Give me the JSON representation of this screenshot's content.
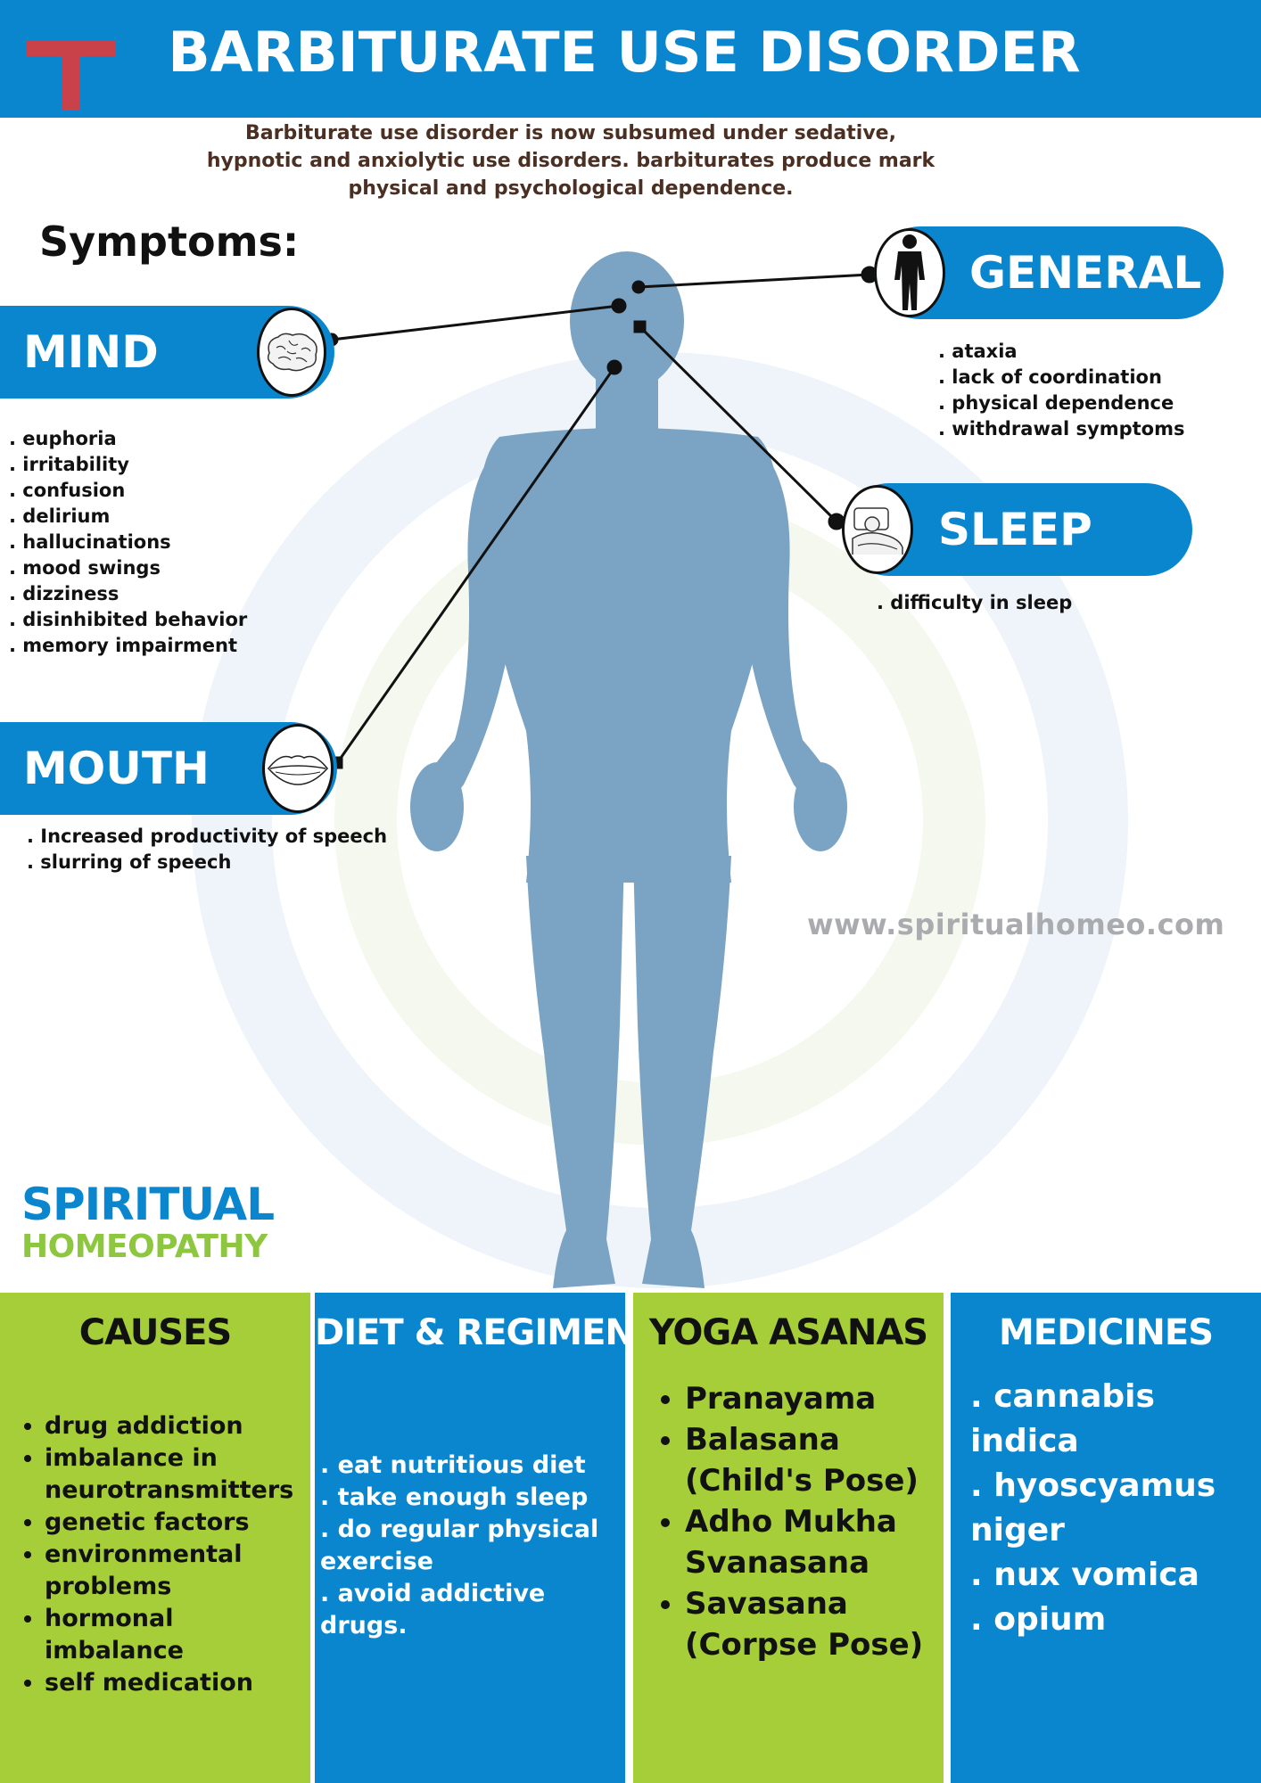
{
  "header": {
    "title": "BARBITURATE USE DISORDER",
    "bg_color": "#0a86cf",
    "logo_color": "#c9424a"
  },
  "intro": "Barbiturate use disorder is now subsumed under sedative, hypnotic and anxiolytic use disorders. barbiturates produce mark physical and psychological dependence.",
  "symptoms_heading": "Symptoms:",
  "sections": {
    "general": {
      "label": "GENERAL",
      "icon": "human-figure-icon",
      "items": [
        "ataxia",
        "lack of coordination",
        "physical dependence",
        "withdrawal symptoms"
      ]
    },
    "mind": {
      "label": "MIND",
      "icon": "brain-icon",
      "items": [
        "euphoria",
        "irritability",
        "confusion",
        "delirium",
        "hallucinations",
        "mood swings",
        "dizziness",
        "disinhibited behavior",
        "memory impairment"
      ]
    },
    "sleep": {
      "label": "SLEEP",
      "icon": "sleeping-person-icon",
      "items": [
        "difficulty in sleep"
      ]
    },
    "mouth": {
      "label": "MOUTH",
      "icon": "lips-icon",
      "items": [
        "Increased productivity of speech",
        "slurring of speech"
      ]
    }
  },
  "watermark": "www.spiritualhomeo.com",
  "brand": {
    "line1": "SPIRITUAL",
    "line2": "HOMEOPATHY",
    "color1": "#0a86cf",
    "color2": "#8dc63f"
  },
  "columns": {
    "causes": {
      "title": "CAUSES",
      "items": [
        "drug addiction",
        "imbalance in neurotransmitters",
        "genetic factors",
        "environmental problems",
        "hormonal imbalance",
        "self medication"
      ]
    },
    "diet": {
      "title": "DIET & REGIMEN",
      "items": [
        "eat nutritious diet",
        "take enough sleep",
        "do regular physical exercise",
        "avoid addictive drugs."
      ]
    },
    "yoga": {
      "title": "YOGA ASANAS",
      "items": [
        "Pranayama",
        "Balasana (Child's Pose)",
        "Adho Mukha Svanasana",
        "Savasana (Corpse Pose)"
      ]
    },
    "medicines": {
      "title": "MEDICINES",
      "items": [
        "cannabis indica",
        "hyoscyamus niger",
        "nux vomica",
        "opium"
      ]
    }
  },
  "colors": {
    "blue": "#0a86cf",
    "green": "#a6ce39",
    "body": "#7aa3c4",
    "intro_text": "#4a2f22"
  }
}
